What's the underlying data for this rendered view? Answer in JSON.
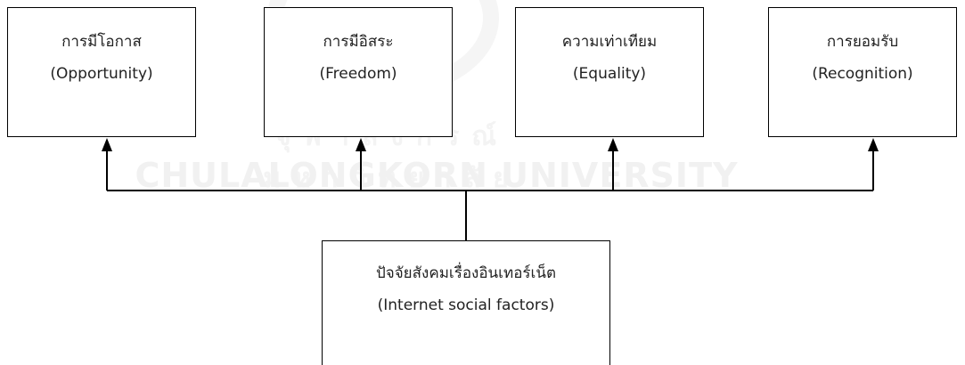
{
  "diagram": {
    "outcomes": [
      {
        "thai": "การมีโอกาส",
        "english": "(Opportunity)"
      },
      {
        "thai": "การมีอิสระ",
        "english": "(Freedom)"
      },
      {
        "thai": "ความเท่าเทียม",
        "english": "(Equality)"
      },
      {
        "thai": "การยอมรับ",
        "english": "(Recognition)"
      }
    ],
    "source": {
      "thai": "ปัจจัยสังคมเรื่องอินเทอร์เน็ต",
      "english": "(Internet social factors)"
    }
  },
  "watermark": {
    "thai": "จุฬาลงกรณ์มหาวิทยาลัย",
    "english": "CHULALONGKORN UNIVERSITY"
  }
}
